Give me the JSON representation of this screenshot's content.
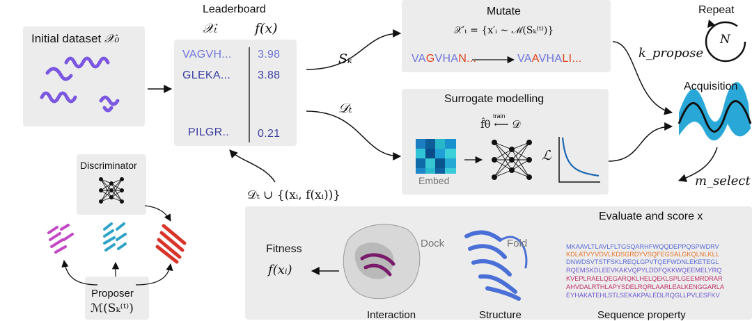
{
  "initial": {
    "title": "Initial dataset",
    "symbol": "𝒳₀"
  },
  "leaderboard": {
    "title": "Leaderboard",
    "col_x": "𝒳ₜ",
    "col_f": "f(x)",
    "rows": [
      {
        "seq": "VAGVH...",
        "score": "3.98"
      },
      {
        "seq": "GLEKA...",
        "score": "3.88"
      },
      {
        "seq": "PILGR..",
        "score": "0.21"
      }
    ],
    "feedback": "𝒟ₜ ∪ {(xᵢ, f(xᵢ))}"
  },
  "edges": {
    "s_k": "Sₖ",
    "d_t": "𝒟ₜ",
    "k_propose": "k_propose",
    "m_select": "m_select"
  },
  "mutate": {
    "title": "Mutate",
    "formula": "𝒳′ₜ = {x′ᵢ ∼ ℳ(Sₖ⁽ᵗ⁾)}",
    "before_a": "VA",
    "before_b": "G",
    "before_c": "VHA",
    "before_d": "N...",
    "after_a": "VA",
    "after_b": "A",
    "after_c": "VHA",
    "after_d": "LI..."
  },
  "surrogate": {
    "title": "Surrogate modelling",
    "formula": "f̂θ ⟵ 𝒟",
    "train": "train",
    "embed": "Embed",
    "loss": "ℒ"
  },
  "repeat": {
    "title": "Repeat",
    "n": "N"
  },
  "acquisition": {
    "title": "Acquisition"
  },
  "discriminator": {
    "title": "Discriminator"
  },
  "proposer": {
    "title": "Proposer",
    "formula": "ℳ(Sₖ⁽ᵗ⁾)"
  },
  "evaluate": {
    "title": "Evaluate and score x",
    "fitness": "Fitness",
    "fitness_formula": "f(xᵢ)",
    "dock": "Dock",
    "fold": "Fold",
    "interaction": "Interaction",
    "structure": "Structure",
    "sequence_property": "Sequence property",
    "seq_lines": [
      "MKAAVLTLAVLFLTGSQARHFWQQDEPPQSPWDRV",
      "KDLATVYVDVLKDSGRDYVSQFEGSALGKQLNLKLL",
      "DNWDSVTSTFSKLREQLGPVTQEFWDNLEKETEGL",
      "RQEMSKDLEEVKAKVQPYLDDFQKKWQEEMELYRQ",
      "KVEPLRAELQEGARQKLHELQEKLSPLGEEMRDRAR",
      "AHVDALRTHLAPYSDELRQRLAARLEALKENGGARLA",
      "EYHAKATEHLSTLSEKAKPALEDLRQGLLPVLESFKV"
    ]
  },
  "colors": {
    "panel": "#ececec",
    "blue": "#3d3fa2",
    "light_blue": "#6f74d8",
    "red": "#e0401c",
    "acq": "#29a8d8",
    "helix": "#7b56e0"
  }
}
